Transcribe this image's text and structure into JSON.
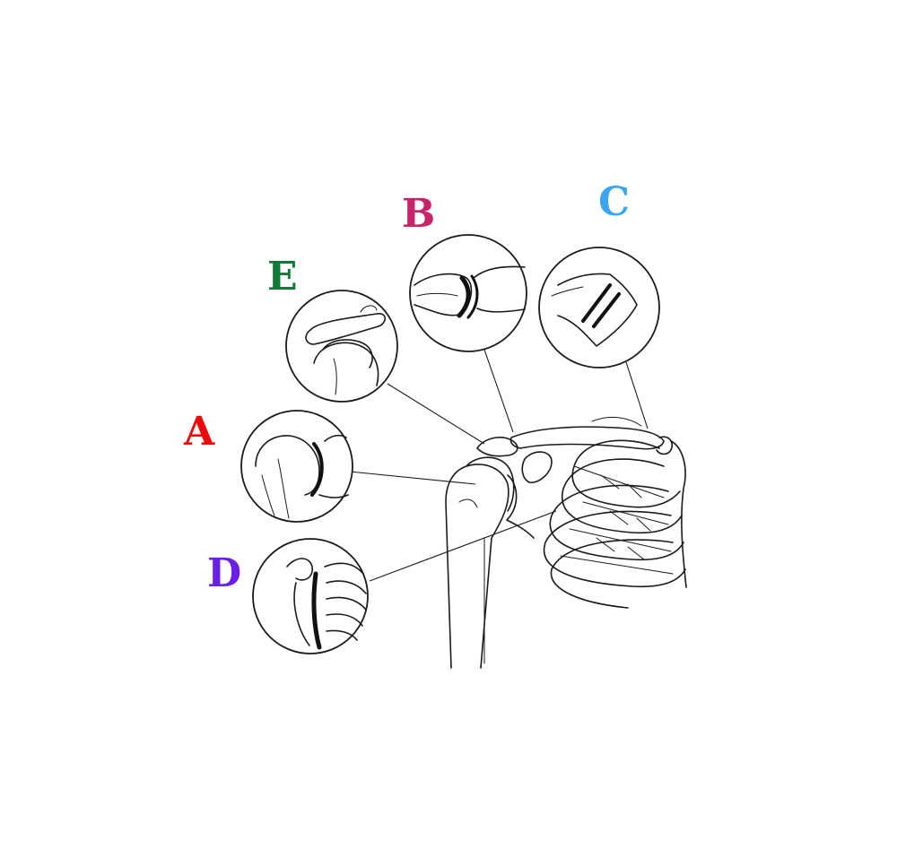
{
  "labels": {
    "A": {
      "text": "A",
      "color": "#ee0a0a"
    },
    "B": {
      "text": "B",
      "color": "#c8246a"
    },
    "C": {
      "text": "C",
      "color": "#3aa6ee"
    },
    "D": {
      "text": "D",
      "color": "#6a1ee8"
    },
    "E": {
      "text": "E",
      "color": "#0e7a34"
    }
  }
}
